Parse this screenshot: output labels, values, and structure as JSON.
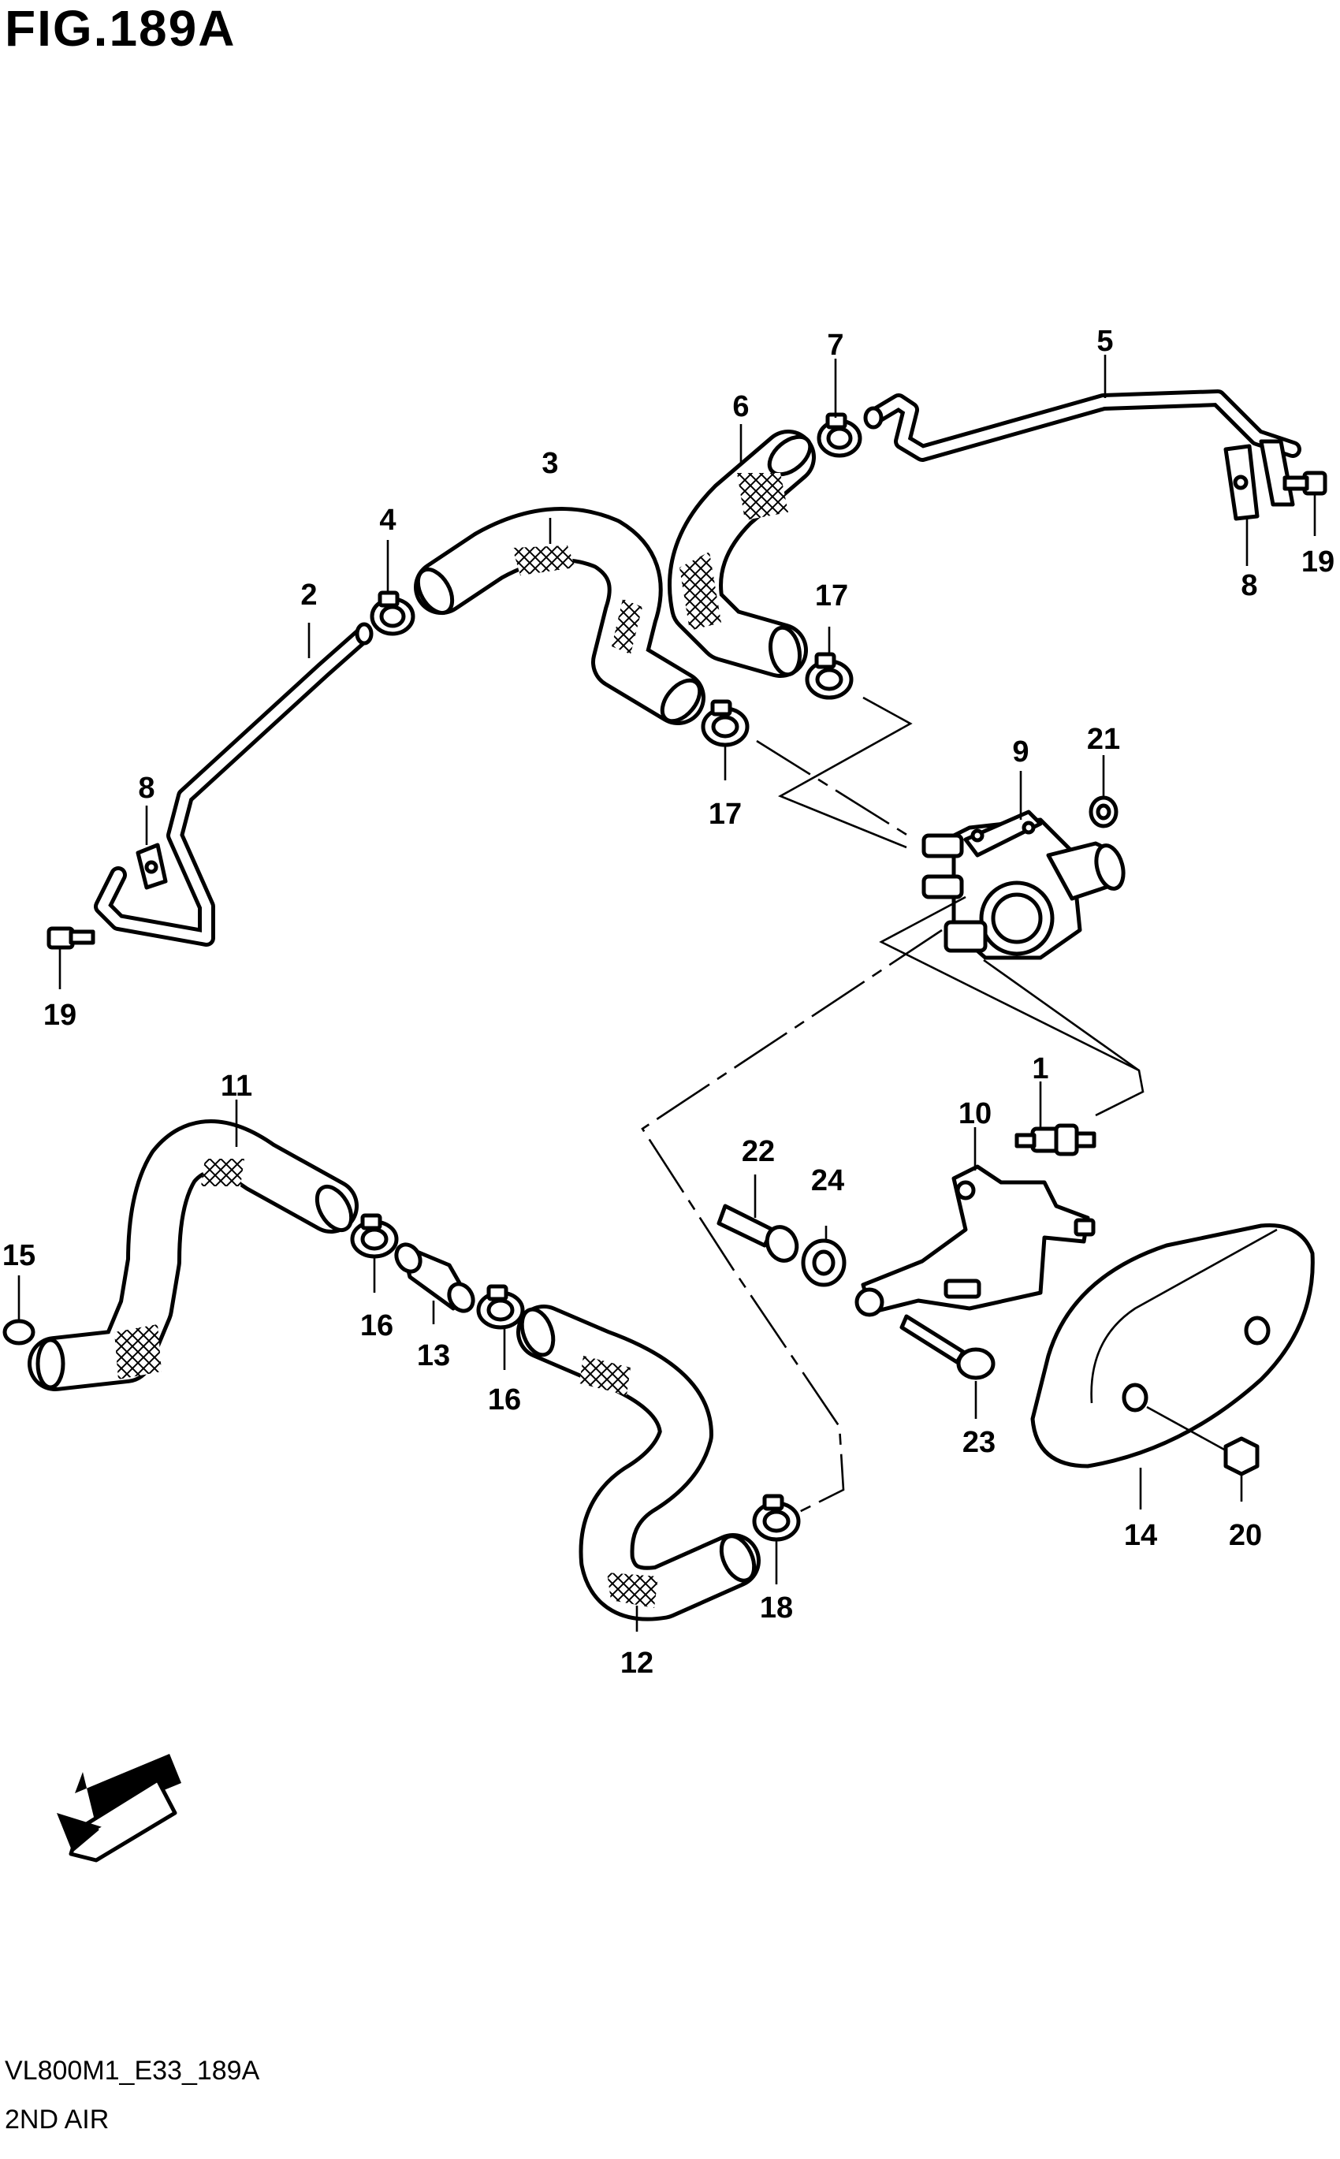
{
  "figure": {
    "title": "FIG.189A"
  },
  "footer": {
    "model_code": "VL800M1_E33_189A",
    "section_name": "2ND AIR"
  },
  "fwd_badge": {
    "label": "FWD"
  },
  "callouts": [
    {
      "id": "c1",
      "label": "1"
    },
    {
      "id": "c2",
      "label": "2"
    },
    {
      "id": "c3",
      "label": "3"
    },
    {
      "id": "c4",
      "label": "4"
    },
    {
      "id": "c5",
      "label": "5"
    },
    {
      "id": "c6",
      "label": "6"
    },
    {
      "id": "c7",
      "label": "7"
    },
    {
      "id": "c8a",
      "label": "8"
    },
    {
      "id": "c8b",
      "label": "8"
    },
    {
      "id": "c9",
      "label": "9"
    },
    {
      "id": "c10",
      "label": "10"
    },
    {
      "id": "c11",
      "label": "11"
    },
    {
      "id": "c12",
      "label": "12"
    },
    {
      "id": "c13",
      "label": "13"
    },
    {
      "id": "c14",
      "label": "14"
    },
    {
      "id": "c15",
      "label": "15"
    },
    {
      "id": "c16a",
      "label": "16"
    },
    {
      "id": "c16b",
      "label": "16"
    },
    {
      "id": "c17a",
      "label": "17"
    },
    {
      "id": "c17b",
      "label": "17"
    },
    {
      "id": "c18",
      "label": "18"
    },
    {
      "id": "c19a",
      "label": "19"
    },
    {
      "id": "c19b",
      "label": "19"
    },
    {
      "id": "c20",
      "label": "20"
    },
    {
      "id": "c21",
      "label": "21"
    },
    {
      "id": "c22",
      "label": "22"
    },
    {
      "id": "c23",
      "label": "23"
    },
    {
      "id": "c24",
      "label": "24"
    }
  ]
}
